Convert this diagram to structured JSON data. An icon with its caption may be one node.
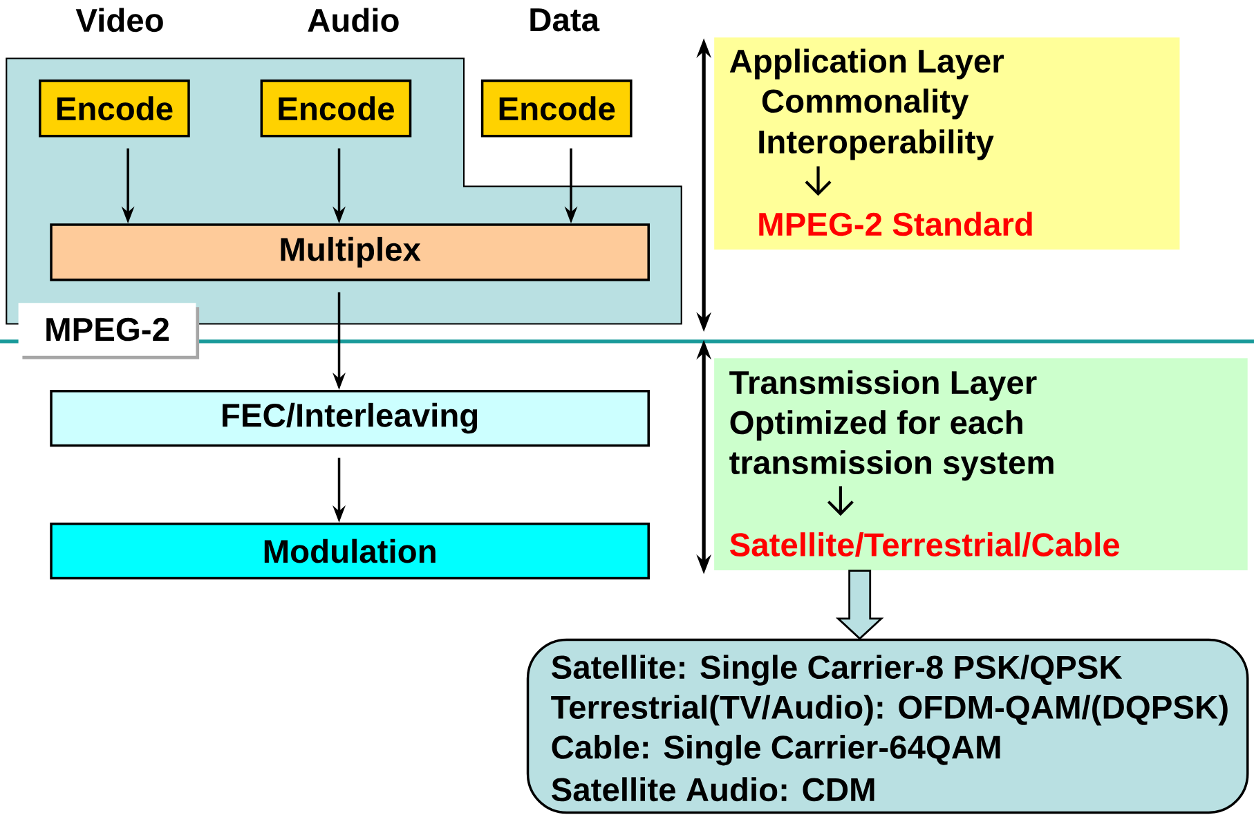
{
  "diagram": {
    "nodes": [
      {
        "text": [
          "MPEG-2"
        ]
      },
      {
        "text": [
          "Encode"
        ],
        "in": 0
      },
      {
        "text": [
          "Encode"
        ],
        "in": 0
      },
      {
        "text": [
          "Encode"
        ]
      },
      {
        "text": [
          "Multiplex"
        ],
        "in": 0
      },
      {
        "text": [
          "FEC/Interleaving"
        ]
      },
      {
        "text": [
          "Modulation"
        ]
      },
      {
        "text": [
          "Application Layer",
          "Commonality",
          "Interoperability",
          "MPEG-2 Standard"
        ]
      },
      {
        "text": [
          "Transmission Layer",
          "Optimized for each transmission system",
          "Satellite/Terrestrial/Cable"
        ]
      },
      {
        "text": [
          "Satellite: Single Carrier-8 PSK/QPSK",
          "Terrestrial(TV/Audio): OFDM-QAM/(DQPSK)",
          "Cable: Single Carrier-64QAM",
          "Satellite Audio: CDM"
        ]
      }
    ],
    "edges": [
      {
        "from": 1,
        "to": 4,
        "arrow": "to"
      },
      {
        "from": 2,
        "to": 4,
        "arrow": "to"
      },
      {
        "from": 3,
        "to": 4,
        "arrow": "to"
      },
      {
        "from": 4,
        "to": 5,
        "arrow": "to"
      },
      {
        "from": 5,
        "to": 6,
        "arrow": "to"
      },
      {
        "from": 8,
        "to": 9,
        "arrow": "to",
        "style": "thick"
      }
    ],
    "labels": [
      "Video",
      "Audio",
      "Data"
    ]
  }
}
